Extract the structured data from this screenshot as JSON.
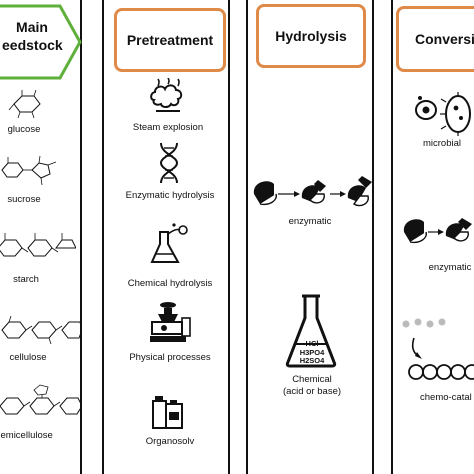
{
  "columns": {
    "feedstock": {
      "title_line1": "Main",
      "title_line2": "eedstock",
      "items": [
        "glucose",
        "sucrose",
        "starch",
        "cellulose",
        "hemicellulose"
      ]
    },
    "pretreatment": {
      "title": "Pretreatment",
      "items": [
        "Steam explosion",
        "Enzymatic hydrolysis",
        "Chemical hydrolysis",
        "Physical processes",
        "Organosolv"
      ]
    },
    "hydrolysis": {
      "title": "Hydrolysis",
      "enzymatic_label": "enzymatic",
      "chemical_label": "Chemical",
      "chemical_sublabel": "(acid or base)",
      "flask_text": [
        "HCl",
        "H3PO4",
        "H2SO4"
      ]
    },
    "conversion": {
      "title": "Conversi",
      "items": [
        "microbial",
        "enzymatic",
        "chemo-catal"
      ]
    }
  },
  "colors": {
    "header_border": "#e08a4a",
    "feedstock_arrow_border": "#5fb03a",
    "ink": "#111111"
  }
}
